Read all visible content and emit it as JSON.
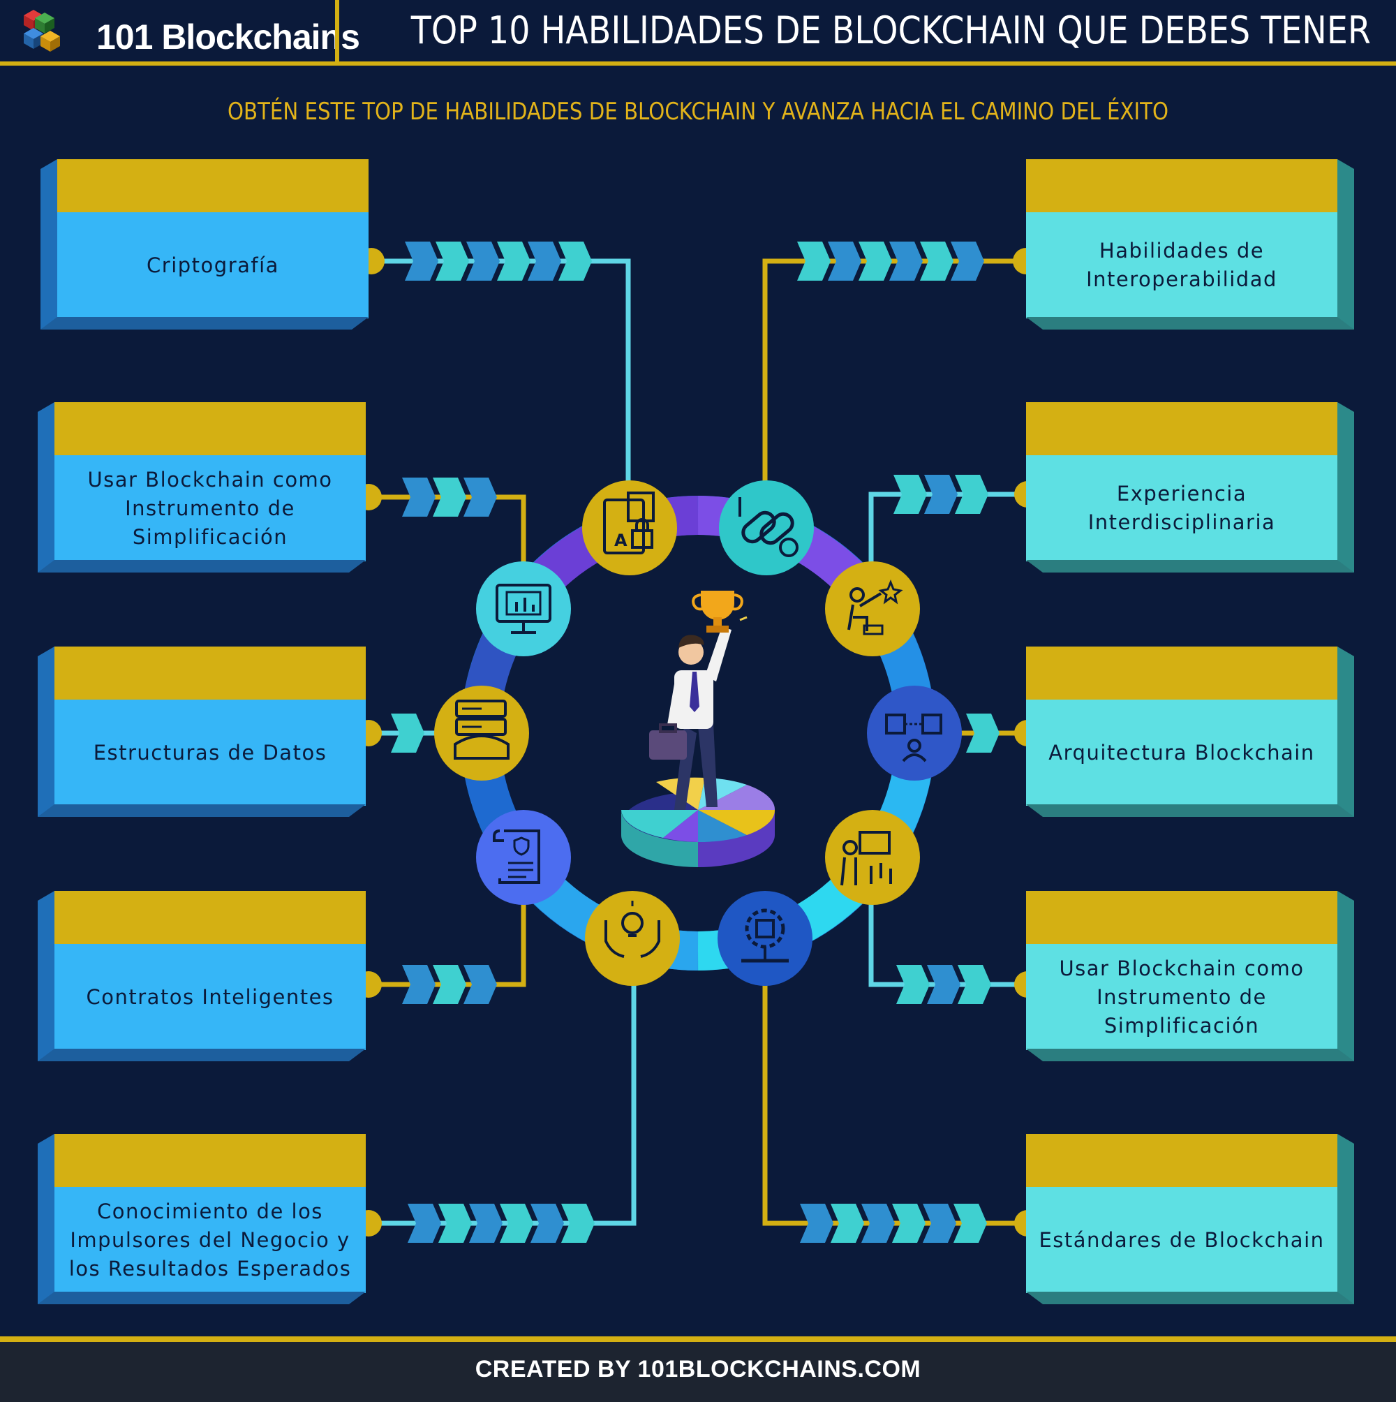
{
  "brand": {
    "logo_text": "101 Blockchains"
  },
  "header": {
    "title": "TOP 10 HABILIDADES DE BLOCKCHAIN QUE DEBES TENER"
  },
  "subtitle": "OBTÉN ESTE TOP DE HABILIDADES DE BLOCKCHAIN Y AVANZA HACIA EL CAMINO DEL ÉXITO",
  "skills_left": [
    {
      "label": "Criptografía"
    },
    {
      "label": "Usar Blockchain como Instrumento de Simplificación"
    },
    {
      "label": "Estructuras de Datos"
    },
    {
      "label": "Contratos Inteligentes"
    },
    {
      "label": "Conocimiento de los Impulsores del Negocio y los Resultados Esperados"
    }
  ],
  "skills_right": [
    {
      "label": "Habilidades de Interoperabilidad"
    },
    {
      "label": "Experiencia Interdisciplinaria"
    },
    {
      "label": "Arquitectura Blockchain"
    },
    {
      "label": "Usar Blockchain como Instrumento de Simplificación"
    },
    {
      "label": "Estándares de Blockchain"
    }
  ],
  "icons": [
    "document-lock-icon",
    "chain-link-icon",
    "monitor-chart-icon",
    "reaching-star-icon",
    "server-database-icon",
    "blockchain-network-icon",
    "smart-contract-icon",
    "analyst-chart-icon",
    "idea-hands-icon",
    "gear-chip-icon",
    "trophy-businessman-icon"
  ],
  "colors": {
    "background": "#0b1a3a",
    "gold": "#d4b013",
    "left_box": "#36b6f7",
    "right_box": "#5ee0e3",
    "connector_cyan": "#5fd6e6"
  },
  "footer": {
    "text": "CREATED BY 101BLOCKCHAINS.COM"
  }
}
